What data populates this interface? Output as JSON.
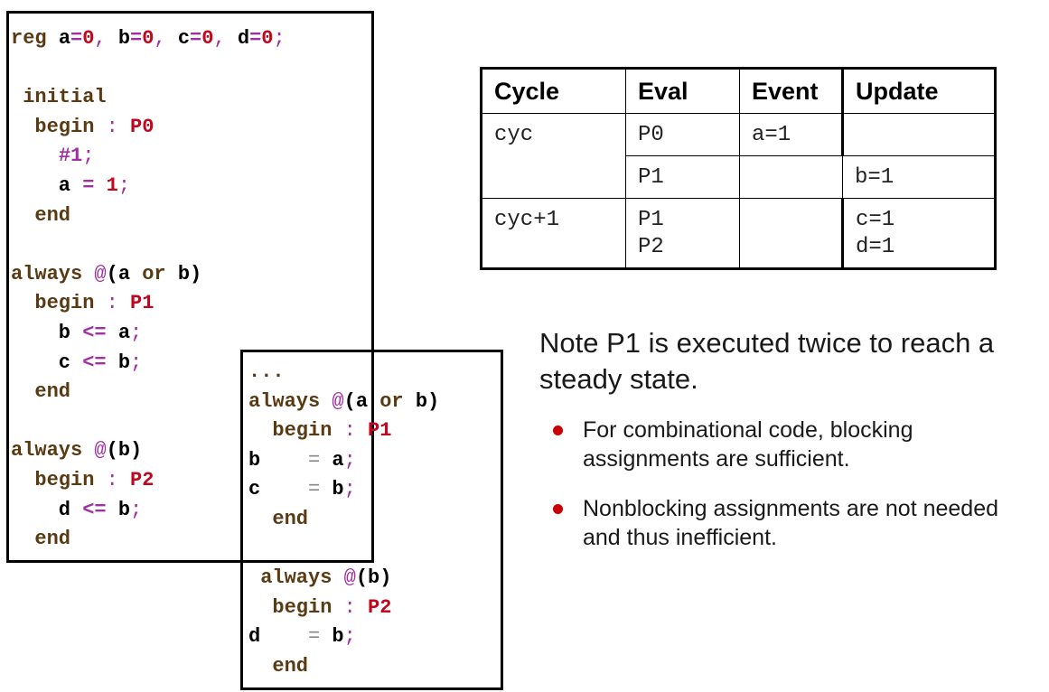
{
  "code_left": [
    [
      {
        "t": "reg ",
        "c": "kw"
      },
      {
        "t": "a",
        "c": ""
      },
      {
        "t": "=",
        "c": "op"
      },
      {
        "t": "0",
        "c": "num"
      },
      {
        "t": ", ",
        "c": "del"
      },
      {
        "t": "b",
        "c": ""
      },
      {
        "t": "=",
        "c": "op"
      },
      {
        "t": "0",
        "c": "num"
      },
      {
        "t": ", ",
        "c": "del"
      },
      {
        "t": "c",
        "c": ""
      },
      {
        "t": "=",
        "c": "op"
      },
      {
        "t": "0",
        "c": "num"
      },
      {
        "t": ", ",
        "c": "del"
      },
      {
        "t": "d",
        "c": ""
      },
      {
        "t": "=",
        "c": "op"
      },
      {
        "t": "0",
        "c": "num"
      },
      {
        "t": ";",
        "c": "del"
      }
    ],
    [],
    [
      {
        "t": " initial",
        "c": "kw"
      }
    ],
    [
      {
        "t": "  begin ",
        "c": "kw"
      },
      {
        "t": ": ",
        "c": "del"
      },
      {
        "t": "P0",
        "c": "lbl"
      }
    ],
    [
      {
        "t": "    ",
        "c": ""
      },
      {
        "t": "#1",
        "c": "op"
      },
      {
        "t": ";",
        "c": "del"
      }
    ],
    [
      {
        "t": "    a ",
        "c": ""
      },
      {
        "t": "=",
        "c": "op"
      },
      {
        "t": " ",
        "c": ""
      },
      {
        "t": "1",
        "c": "num"
      },
      {
        "t": ";",
        "c": "del"
      }
    ],
    [
      {
        "t": "  end",
        "c": "kw"
      }
    ],
    [],
    [
      {
        "t": "always ",
        "c": "kw"
      },
      {
        "t": "@",
        "c": "del"
      },
      {
        "t": "(a ",
        "c": ""
      },
      {
        "t": "or",
        "c": "kw"
      },
      {
        "t": " b)",
        "c": ""
      }
    ],
    [
      {
        "t": "  begin ",
        "c": "kw"
      },
      {
        "t": ": ",
        "c": "del"
      },
      {
        "t": "P1",
        "c": "lbl"
      }
    ],
    [
      {
        "t": "    b ",
        "c": ""
      },
      {
        "t": "<=",
        "c": "op"
      },
      {
        "t": " a",
        "c": ""
      },
      {
        "t": ";",
        "c": "del"
      }
    ],
    [
      {
        "t": "    c ",
        "c": ""
      },
      {
        "t": "<=",
        "c": "op"
      },
      {
        "t": " b",
        "c": ""
      },
      {
        "t": ";",
        "c": "del"
      }
    ],
    [
      {
        "t": "  end",
        "c": "kw"
      }
    ],
    [],
    [
      {
        "t": "always ",
        "c": "kw"
      },
      {
        "t": "@",
        "c": "del"
      },
      {
        "t": "(b)",
        "c": ""
      }
    ],
    [
      {
        "t": "  begin ",
        "c": "kw"
      },
      {
        "t": ": ",
        "c": "del"
      },
      {
        "t": "P2",
        "c": "lbl"
      }
    ],
    [
      {
        "t": "    d ",
        "c": ""
      },
      {
        "t": "<=",
        "c": "op"
      },
      {
        "t": " b",
        "c": ""
      },
      {
        "t": ";",
        "c": "del"
      }
    ],
    [
      {
        "t": "  end",
        "c": "kw"
      }
    ]
  ],
  "code_right": [
    [
      {
        "t": "...",
        "c": "dots"
      }
    ],
    [
      {
        "t": "always ",
        "c": "kw"
      },
      {
        "t": "@",
        "c": "del"
      },
      {
        "t": "(a ",
        "c": ""
      },
      {
        "t": "or",
        "c": "kw"
      },
      {
        "t": " b)",
        "c": ""
      }
    ],
    [
      {
        "t": "  begin ",
        "c": "kw"
      },
      {
        "t": ": ",
        "c": "del"
      },
      {
        "t": "P1",
        "c": "lbl"
      }
    ],
    [
      {
        "t": "b    ",
        "c": ""
      },
      {
        "t": "=",
        "c": "opn"
      },
      {
        "t": " a",
        "c": ""
      },
      {
        "t": ";",
        "c": "del"
      }
    ],
    [
      {
        "t": "c    ",
        "c": ""
      },
      {
        "t": "=",
        "c": "opn"
      },
      {
        "t": " b",
        "c": ""
      },
      {
        "t": ";",
        "c": "del"
      }
    ],
    [
      {
        "t": "  end",
        "c": "kw"
      }
    ],
    [],
    [
      {
        "t": " always ",
        "c": "kw"
      },
      {
        "t": "@",
        "c": "del"
      },
      {
        "t": "(b)",
        "c": ""
      }
    ],
    [
      {
        "t": "  begin ",
        "c": "kw"
      },
      {
        "t": ": ",
        "c": "del"
      },
      {
        "t": "P2",
        "c": "lbl"
      }
    ],
    [
      {
        "t": "d    ",
        "c": ""
      },
      {
        "t": "=",
        "c": "opn"
      },
      {
        "t": " b",
        "c": ""
      },
      {
        "t": ";",
        "c": "del"
      }
    ],
    [
      {
        "t": "  end",
        "c": "kw"
      }
    ]
  ],
  "table": {
    "headers": [
      "Cycle",
      "Eval",
      "Event",
      "Update"
    ],
    "row1": {
      "cycle": "cyc",
      "eval": "P0",
      "event": "a=1",
      "update": ""
    },
    "row2": {
      "eval": "P1",
      "event": "",
      "update": "b=1"
    },
    "row3": {
      "cycle": "cyc+1",
      "eval": [
        "P1",
        "P2"
      ],
      "event": "",
      "update": [
        "c=1",
        "d=1"
      ]
    }
  },
  "note": "Note P1 is executed twice to reach a steady state.",
  "bullets": [
    "For combinational code, blocking assignments are sufficient.",
    "Nonblocking assignments are not needed and thus inefficient."
  ],
  "colors": {
    "keyword": "#5a3a12",
    "number": "#c0071e",
    "operator": "#a12fa1",
    "bullet": "#cc0000"
  }
}
